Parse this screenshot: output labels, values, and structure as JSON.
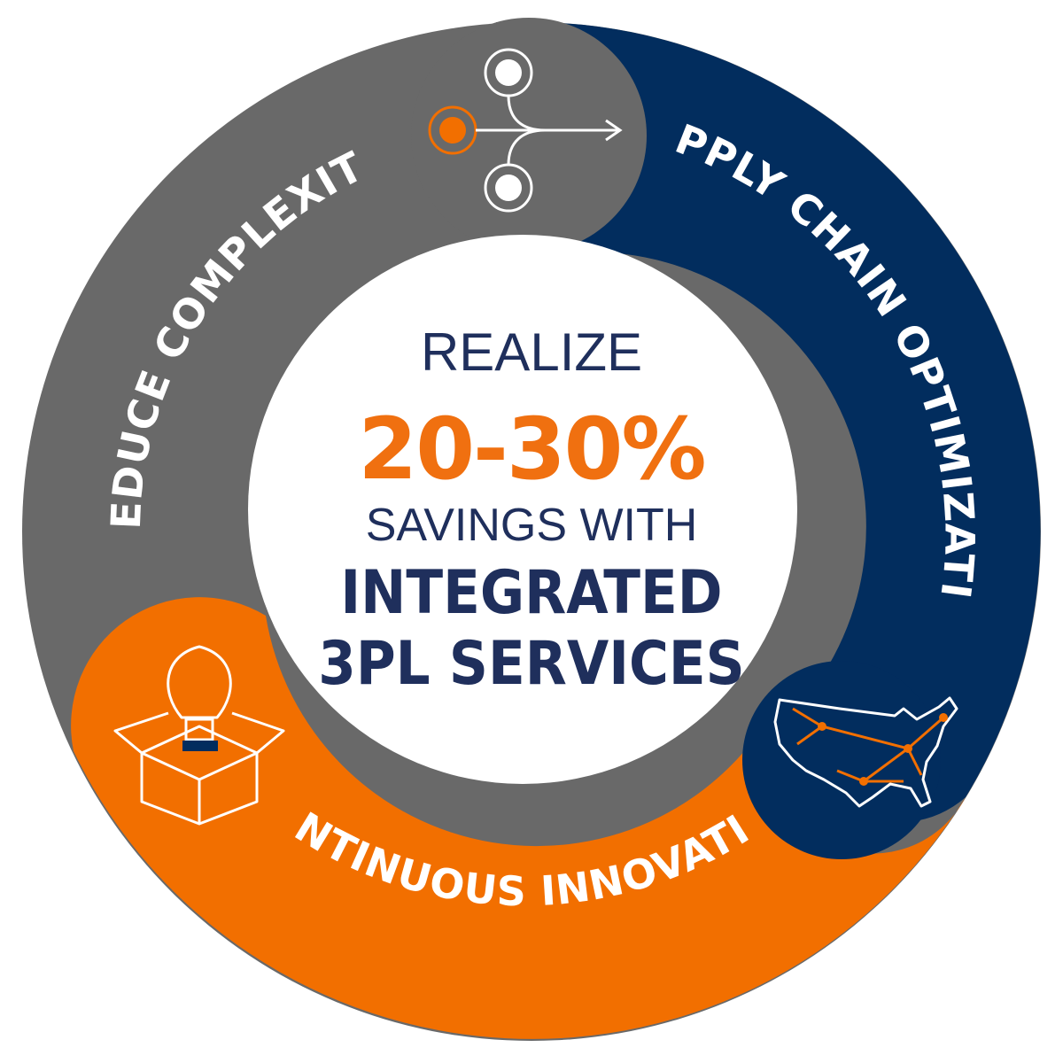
{
  "segments": {
    "reduce_complexity": {
      "label": "REDUCE COMPLEXITY",
      "color": "#696969"
    },
    "supply_chain": {
      "label": "SUPPLY CHAIN OPTIMIZATION",
      "color": "#022d5e"
    },
    "continuous_innovation": {
      "label": "CONTINUOUS INNOVATION",
      "color": "#f26f00"
    }
  },
  "center": {
    "line1": "REALIZE",
    "line2": "20-30%",
    "line3": "SAVINGS WITH",
    "line4": "INTEGRATED",
    "line5": "3PL SERVICES"
  },
  "colors": {
    "navy": "#1f2f5c",
    "orange": "#f07010",
    "white": "#ffffff"
  },
  "icons": {
    "reduce_complexity": "branching-arrow-icon",
    "supply_chain": "usa-route-map-icon",
    "continuous_innovation": "lightbulb-box-icon"
  }
}
